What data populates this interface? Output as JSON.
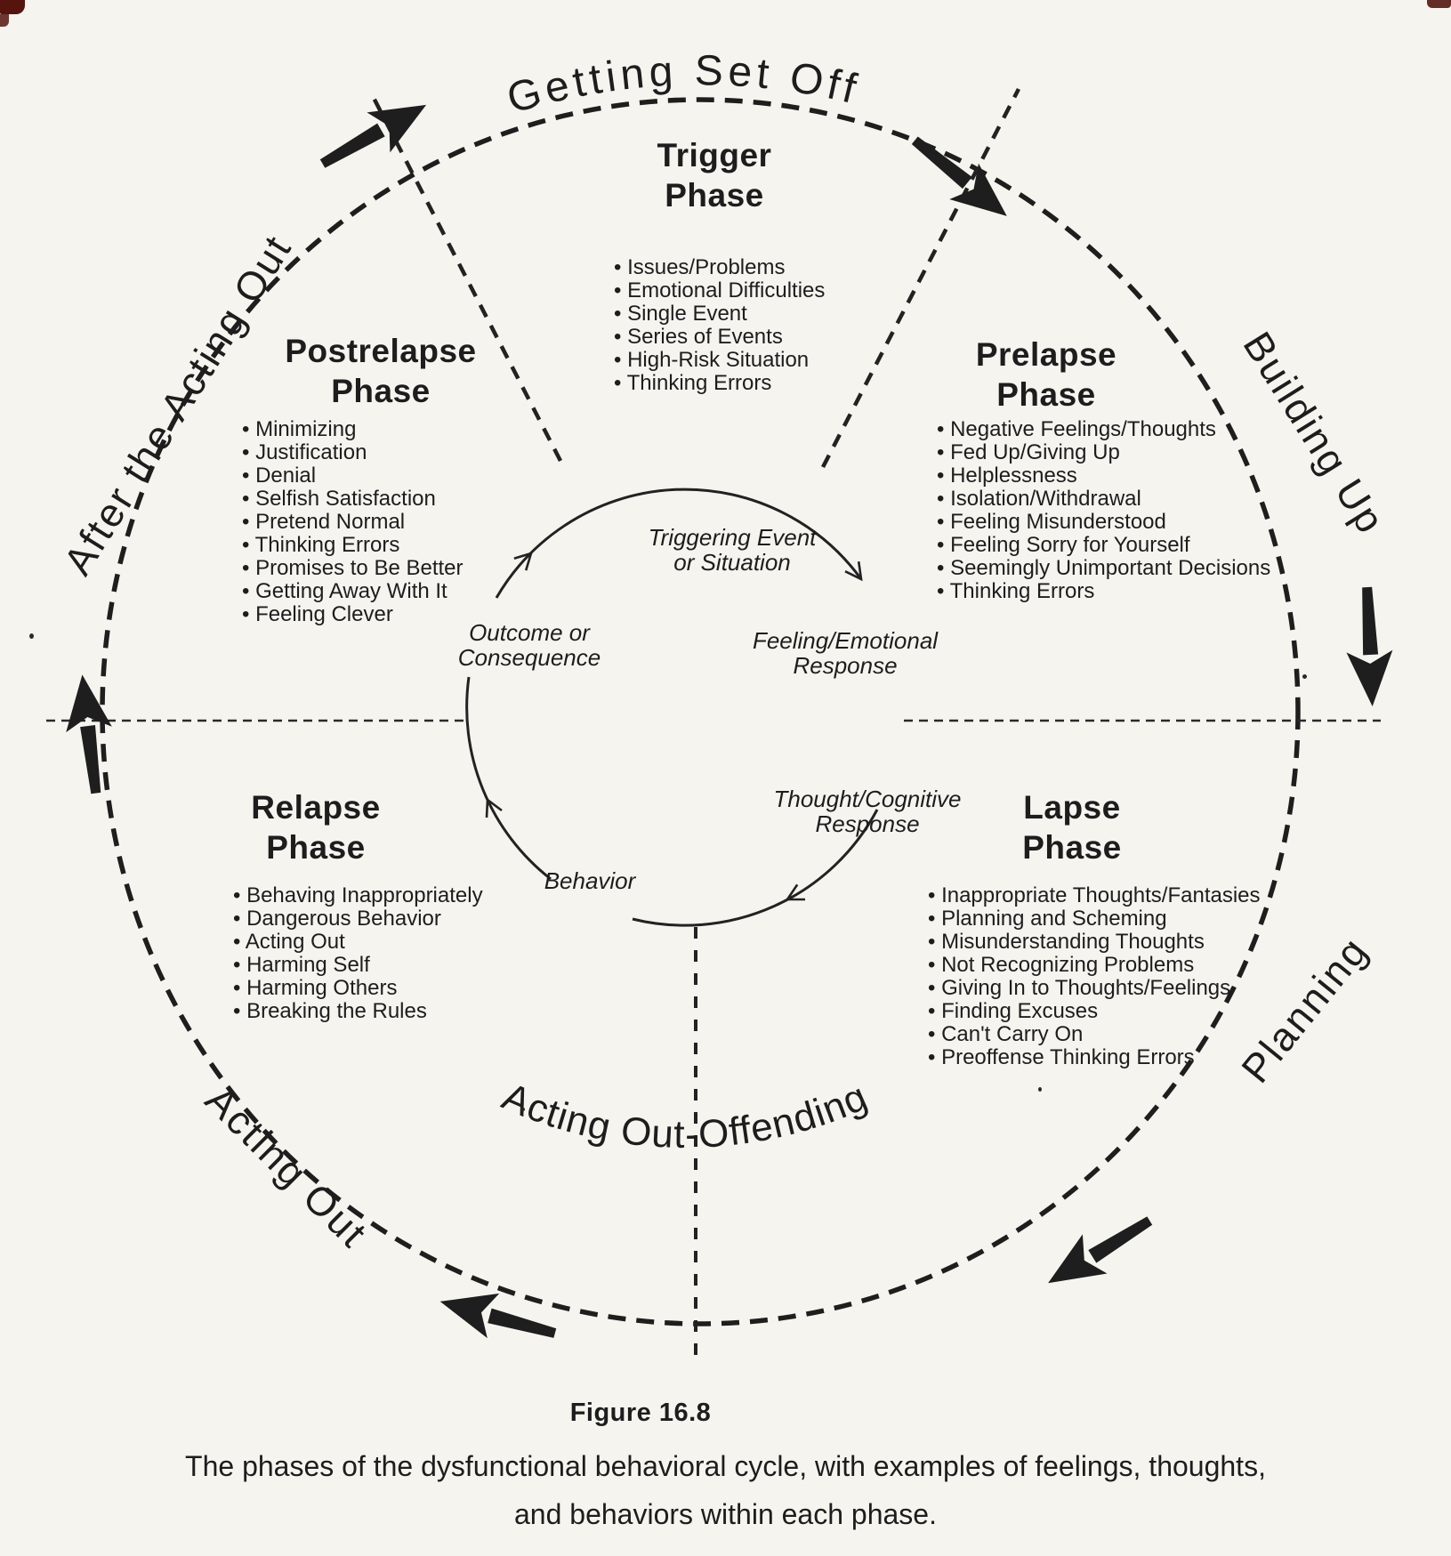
{
  "figure": {
    "number": "Figure 16.8",
    "caption_line1": "The phases of the dysfunctional behavioral cycle, with examples of feelings, thoughts,",
    "caption_line2": "and behaviors within each phase."
  },
  "outer_labels": {
    "top": "Getting Set Off",
    "upper_right": "Building Up",
    "lower_right": "Planning",
    "bottom": "Acting Out-Offending",
    "lower_left": "Acting Out",
    "upper_left": "After the Acting Out"
  },
  "inner_cycle": {
    "triggering": [
      "Triggering Event",
      "or Situation"
    ],
    "feeling": [
      "Feeling/Emotional",
      "Response"
    ],
    "thought": [
      "Thought/Cognitive",
      "Response"
    ],
    "behavior": [
      "Behavior"
    ],
    "outcome": [
      "Outcome or",
      "Consequence"
    ]
  },
  "phases": {
    "trigger": {
      "title_line1": "Trigger",
      "title_line2": "Phase",
      "items": [
        "Issues/Problems",
        "Emotional Difficulties",
        "Single Event",
        "Series of Events",
        "High-Risk Situation",
        "Thinking Errors"
      ]
    },
    "prelapse": {
      "title_line1": "Prelapse",
      "title_line2": "Phase",
      "items": [
        "Negative Feelings/Thoughts",
        "Fed Up/Giving Up",
        "Helplessness",
        "Isolation/Withdrawal",
        "Feeling Misunderstood",
        "Feeling Sorry for Yourself",
        "Seemingly Unimportant Decisions",
        "Thinking Errors"
      ]
    },
    "lapse": {
      "title_line1": "Lapse",
      "title_line2": "Phase",
      "items": [
        "Inappropriate Thoughts/Fantasies",
        "Planning and Scheming",
        "Misunderstanding Thoughts",
        "Not Recognizing Problems",
        "Giving In to Thoughts/Feelings",
        "Finding Excuses",
        "Can't Carry On",
        "Preoffense Thinking Errors"
      ]
    },
    "relapse": {
      "title_line1": "Relapse",
      "title_line2": "Phase",
      "items": [
        "Behaving Inappropriately",
        "Dangerous Behavior",
        "Acting Out",
        "Harming Self",
        "Harming Others",
        "Breaking the Rules"
      ]
    },
    "postrelapse": {
      "title_line1": "Postrelapse",
      "title_line2": "Phase",
      "items": [
        "Minimizing",
        "Justification",
        "Denial",
        "Selfish Satisfaction",
        "Pretend Normal",
        "Thinking Errors",
        "Promises to Be Better",
        "Getting Away With It",
        "Feeling Clever"
      ]
    }
  },
  "colors": {
    "ink": "#1d1d1d",
    "paper": "#f5f4ef",
    "scan_mark": "#55150e"
  }
}
